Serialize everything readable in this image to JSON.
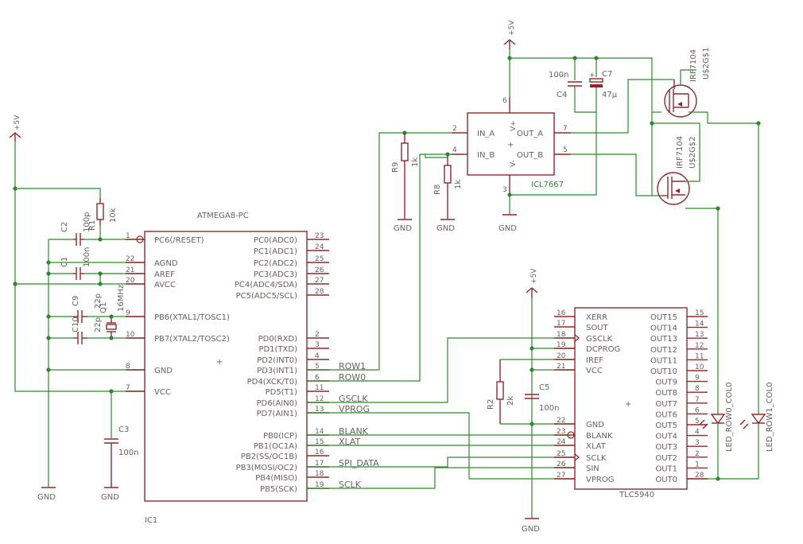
{
  "power": {
    "vcc": "+5V",
    "gnd": "GND"
  },
  "ic1": {
    "name": "IC1",
    "part": "ATMEGA8-PC",
    "left_pins": [
      {
        "num": "1",
        "name": "PC6(/RESET)"
      },
      {
        "num": "22",
        "name": "AGND"
      },
      {
        "num": "21",
        "name": "AREF"
      },
      {
        "num": "20",
        "name": "AVCC"
      },
      {
        "num": "9",
        "name": "PB6(XTAL1/TOSC1)"
      },
      {
        "num": "10",
        "name": "PB7(XTAL2/TOSC2)"
      },
      {
        "num": "8",
        "name": "GND"
      },
      {
        "num": "7",
        "name": "VCC"
      }
    ],
    "right_pins": [
      {
        "num": "23",
        "name": "PC0(ADC0)"
      },
      {
        "num": "24",
        "name": "PC1(ADC1)"
      },
      {
        "num": "25",
        "name": "PC2(ADC2)"
      },
      {
        "num": "26",
        "name": "PC3(ADC3)"
      },
      {
        "num": "27",
        "name": "PC4(ADC4/SDA)"
      },
      {
        "num": "28",
        "name": "PC5(ADC5/SCL)"
      },
      {
        "num": "2",
        "name": "PD0(RXD)"
      },
      {
        "num": "3",
        "name": "PD1(TXD)"
      },
      {
        "num": "4",
        "name": "PD2(INT0)"
      },
      {
        "num": "5",
        "name": "PD3(INT1)"
      },
      {
        "num": "6",
        "name": "PD4(XCK/T0)"
      },
      {
        "num": "11",
        "name": "PD5(T1)"
      },
      {
        "num": "12",
        "name": "PD6(AIN0)"
      },
      {
        "num": "13",
        "name": "PD7(AIN1)"
      },
      {
        "num": "14",
        "name": "PB0(ICP)"
      },
      {
        "num": "15",
        "name": "PB1(OC1A)"
      },
      {
        "num": "16",
        "name": "PB2(SS/OC1B)"
      },
      {
        "num": "17",
        "name": "PB3(MOSI/OC2)"
      },
      {
        "num": "18",
        "name": "PB4(MISO)"
      },
      {
        "num": "19",
        "name": "PB5(SCK)"
      }
    ]
  },
  "tlc": {
    "part": "TLC5940",
    "left_pins": [
      {
        "num": "16",
        "name": "XERR"
      },
      {
        "num": "17",
        "name": "SOUT"
      },
      {
        "num": "18",
        "name": "GSCLK"
      },
      {
        "num": "19",
        "name": "DCPROG"
      },
      {
        "num": "20",
        "name": "IREF"
      },
      {
        "num": "21",
        "name": "VCC"
      },
      {
        "num": "22",
        "name": "GND"
      },
      {
        "num": "23",
        "name": "BLANK"
      },
      {
        "num": "24",
        "name": "XLAT"
      },
      {
        "num": "25",
        "name": "SCLK"
      },
      {
        "num": "26",
        "name": "SIN"
      },
      {
        "num": "27",
        "name": "VPROG"
      }
    ],
    "right_pins": [
      {
        "num": "15",
        "name": "OUT15"
      },
      {
        "num": "14",
        "name": "OUT14"
      },
      {
        "num": "13",
        "name": "OUT13"
      },
      {
        "num": "12",
        "name": "OUT12"
      },
      {
        "num": "11",
        "name": "OUT11"
      },
      {
        "num": "10",
        "name": "OUT10"
      },
      {
        "num": "9",
        "name": "OUT9"
      },
      {
        "num": "8",
        "name": "OUT8"
      },
      {
        "num": "7",
        "name": "OUT7"
      },
      {
        "num": "6",
        "name": "OUT6"
      },
      {
        "num": "5",
        "name": "OUT5"
      },
      {
        "num": "4",
        "name": "OUT4"
      },
      {
        "num": "3",
        "name": "OUT3"
      },
      {
        "num": "2",
        "name": "OUT2"
      },
      {
        "num": "1",
        "name": "OUT1"
      },
      {
        "num": "28",
        "name": "OUT0"
      }
    ]
  },
  "icl": {
    "part": "ICL7667",
    "in_a": "IN_A",
    "in_b": "IN_B",
    "out_a": "OUT_A",
    "out_b": "OUT_B",
    "vplus": "V+",
    "vminus": "V-",
    "pin_in_a": "2",
    "pin_in_b": "4",
    "pin_out_a": "7",
    "pin_out_b": "5",
    "pin_vp": "6",
    "pin_vm": "3"
  },
  "nets": {
    "row1": "ROW1",
    "row0": "ROW0",
    "gsclk": "GSCLK",
    "vprog": "VPROG",
    "blank": "BLANK",
    "xlat": "XLAT",
    "spi_data": "SPI_DATA",
    "sclk": "SCLK"
  },
  "parts": {
    "c2": {
      "name": "C2",
      "value": "100p"
    },
    "r1": {
      "name": "R1",
      "value": "10k"
    },
    "c1": {
      "name": "C1",
      "value": "100n"
    },
    "c9": {
      "name": "C9",
      "value": "22p"
    },
    "c10": {
      "name": "C10",
      "value": "22p"
    },
    "q1": {
      "name": "Q1",
      "value": "16MHz"
    },
    "c3": {
      "name": "C3",
      "value": "100n"
    },
    "r9": {
      "name": "R9",
      "value": "1k"
    },
    "r8": {
      "name": "R8",
      "value": "1k"
    },
    "c4": {
      "name": "C4",
      "value": "100n"
    },
    "c7": {
      "name": "C7",
      "value": "47µ"
    },
    "r2": {
      "name": "R2",
      "value": "2k"
    },
    "c5": {
      "name": "C5",
      "value": "100n"
    },
    "q_top": {
      "name": "IRF7104",
      "gate": "U$2G$1"
    },
    "q_bot": {
      "name": "IRF7104",
      "gate": "U$2G$2"
    },
    "led0": {
      "name": "LED_ROW0_COL0"
    },
    "led1": {
      "name": "LED_ROW1_COL0"
    }
  }
}
